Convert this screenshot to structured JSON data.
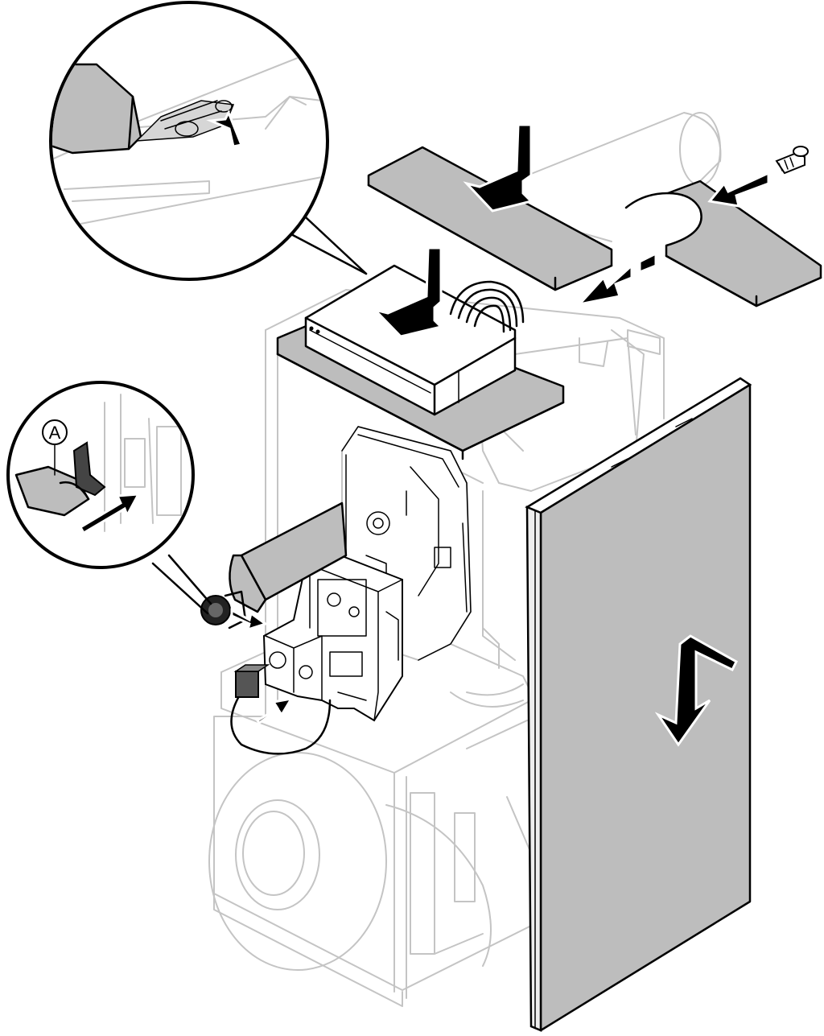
{
  "figure": {
    "callout_label": "A",
    "callouts": [
      {
        "name": "top-detail-callout"
      },
      {
        "name": "left-detail-callout"
      }
    ],
    "parts": [
      {
        "name": "boiler-frame"
      },
      {
        "name": "front-panel"
      },
      {
        "name": "top-cover-front"
      },
      {
        "name": "top-cover-rear"
      },
      {
        "name": "top-cover-right"
      },
      {
        "name": "control-unit"
      },
      {
        "name": "burner-assembly"
      },
      {
        "name": "gas-valve"
      },
      {
        "name": "connector-plug"
      },
      {
        "name": "air-intake-hose"
      },
      {
        "name": "screw"
      }
    ]
  }
}
